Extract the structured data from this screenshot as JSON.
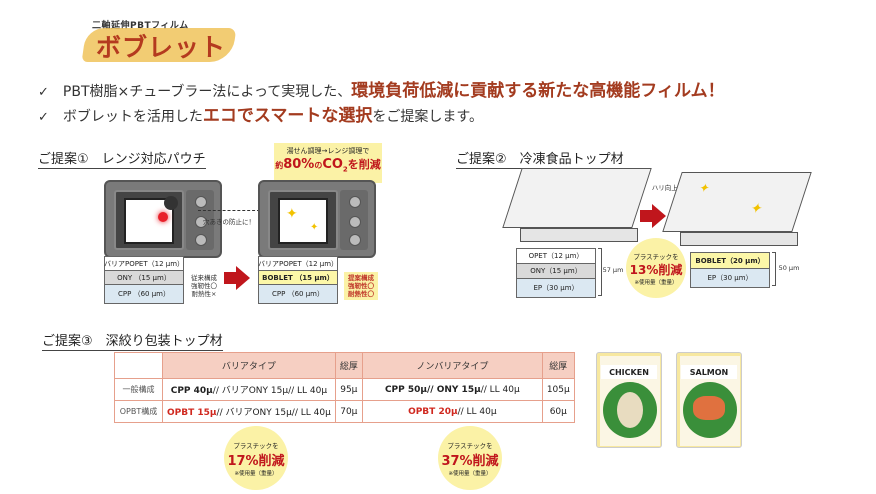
{
  "header": {
    "subtitle": "二軸延伸PBTフィルム",
    "title": "ボブレット"
  },
  "bullets": [
    {
      "check": "✓",
      "pre": "PBT樹脂×チューブラー法によって実現した、",
      "highlight": "環境負荷低減に貢献する新たな高機能フィルム！",
      "post": ""
    },
    {
      "check": "✓",
      "pre": "ボブレットを活用した",
      "highlight": "エコでスマートな選択",
      "post": "をご提案します。"
    }
  ],
  "proposal1": {
    "title": "ご提案①　レンジ対応パウチ",
    "callout_line1": "湯せん調理→レンジ調理で",
    "callout_prefix": "約",
    "callout_pct": "80%",
    "callout_of": "の",
    "callout_co2": "CO",
    "callout_sub2": "2",
    "callout_suffix": "を削減",
    "hole_note": "穴あきの防止に！",
    "before_layers": [
      "バリアPOPET（12 μm）",
      "ONY （15 μm）",
      "CPP （60 μm）"
    ],
    "after_layers": [
      "バリアPOPET（12 μm）",
      "BOBLET （15 μm）",
      "CPP （60 μm）"
    ],
    "before_note": [
      "従来構成",
      "強靭性〇",
      "耐熱性×"
    ],
    "after_note": [
      "提案構成",
      "強靭性〇",
      "耐熱性〇"
    ]
  },
  "proposal2": {
    "title": "ご提案②　冷凍食品トップ材",
    "gloss_note": "ハリ向上！",
    "before_layers": [
      "OPET（12 μm）",
      "ONY（15 μm）",
      "EP（30 μm）"
    ],
    "before_thickness": "57 μm",
    "after_layers": [
      "BOBLET（20 μm）",
      "EP（30 μm）"
    ],
    "after_thickness": "50 μm",
    "circle_line1": "プラスチックを",
    "circle_pct": "13%削減",
    "circle_line3": "※使用量（重量）"
  },
  "proposal3": {
    "title": "ご提案③　深絞り包装トップ材",
    "table": {
      "headers": [
        "",
        "バリアタイプ",
        "総厚",
        "ノンバリアタイプ",
        "総厚"
      ],
      "rows": [
        {
          "label": "一般構成",
          "barrier_bold": "CPP 40μ",
          "barrier_rest": "// バリアONY 15μ// LL 40μ",
          "barrier_total": "95μ",
          "nonbarrier_bold": "CPP 50μ// ONY 15μ",
          "nonbarrier_rest": "// LL 40μ",
          "nonbarrier_total": "105μ"
        },
        {
          "label": "OPBT構成",
          "barrier_bold": "OPBT 15μ",
          "barrier_rest": "// バリアONY 15μ// LL 40μ",
          "barrier_total": "70μ",
          "nonbarrier_bold": "OPBT 20μ",
          "nonbarrier_rest": "// LL 40μ",
          "nonbarrier_total": "60μ"
        }
      ]
    },
    "circle_a": {
      "line1": "プラスチックを",
      "pct": "17%削減",
      "line3": "※使用量（重量）"
    },
    "circle_b": {
      "line1": "プラスチックを",
      "pct": "37%削減",
      "line3": "※使用量（重量）"
    },
    "packs": [
      "CHICKEN",
      "SALMON"
    ]
  },
  "colors": {
    "accent_red": "#c0161c",
    "brand_brown": "#a33b1f",
    "callout_yellow": "#fbf2a6",
    "table_header": "#f6cfc2"
  }
}
